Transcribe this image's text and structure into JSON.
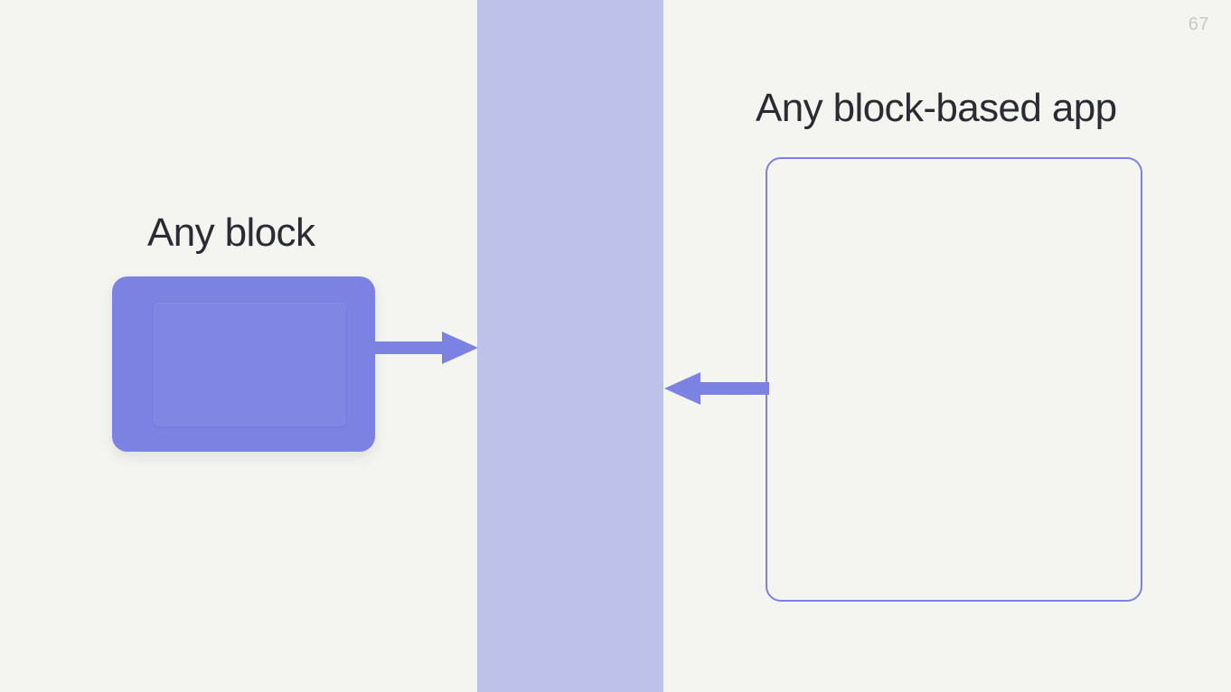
{
  "slide": {
    "page_number": "67",
    "background_color": "#f4f4f0"
  },
  "center_band": {
    "name": "divider-band",
    "color": "#bec2eb"
  },
  "left": {
    "label": "Any block",
    "block": {
      "fill_color": "#7b82e2",
      "icon": "block-shape"
    }
  },
  "right": {
    "label": "Any block-based app",
    "frame": {
      "border_color": "#7b82e2",
      "icon": "app-frame-shape"
    }
  },
  "arrows": [
    {
      "name": "arrow-right-icon",
      "direction": "right",
      "color": "#7b82e2",
      "from": "block",
      "to": "divider-band"
    },
    {
      "name": "arrow-left-icon",
      "direction": "left",
      "color": "#7b82e2",
      "from": "app-frame",
      "to": "divider-band"
    }
  ],
  "text_color": "#2b2b33",
  "page_number_color": "#c9c9c4"
}
